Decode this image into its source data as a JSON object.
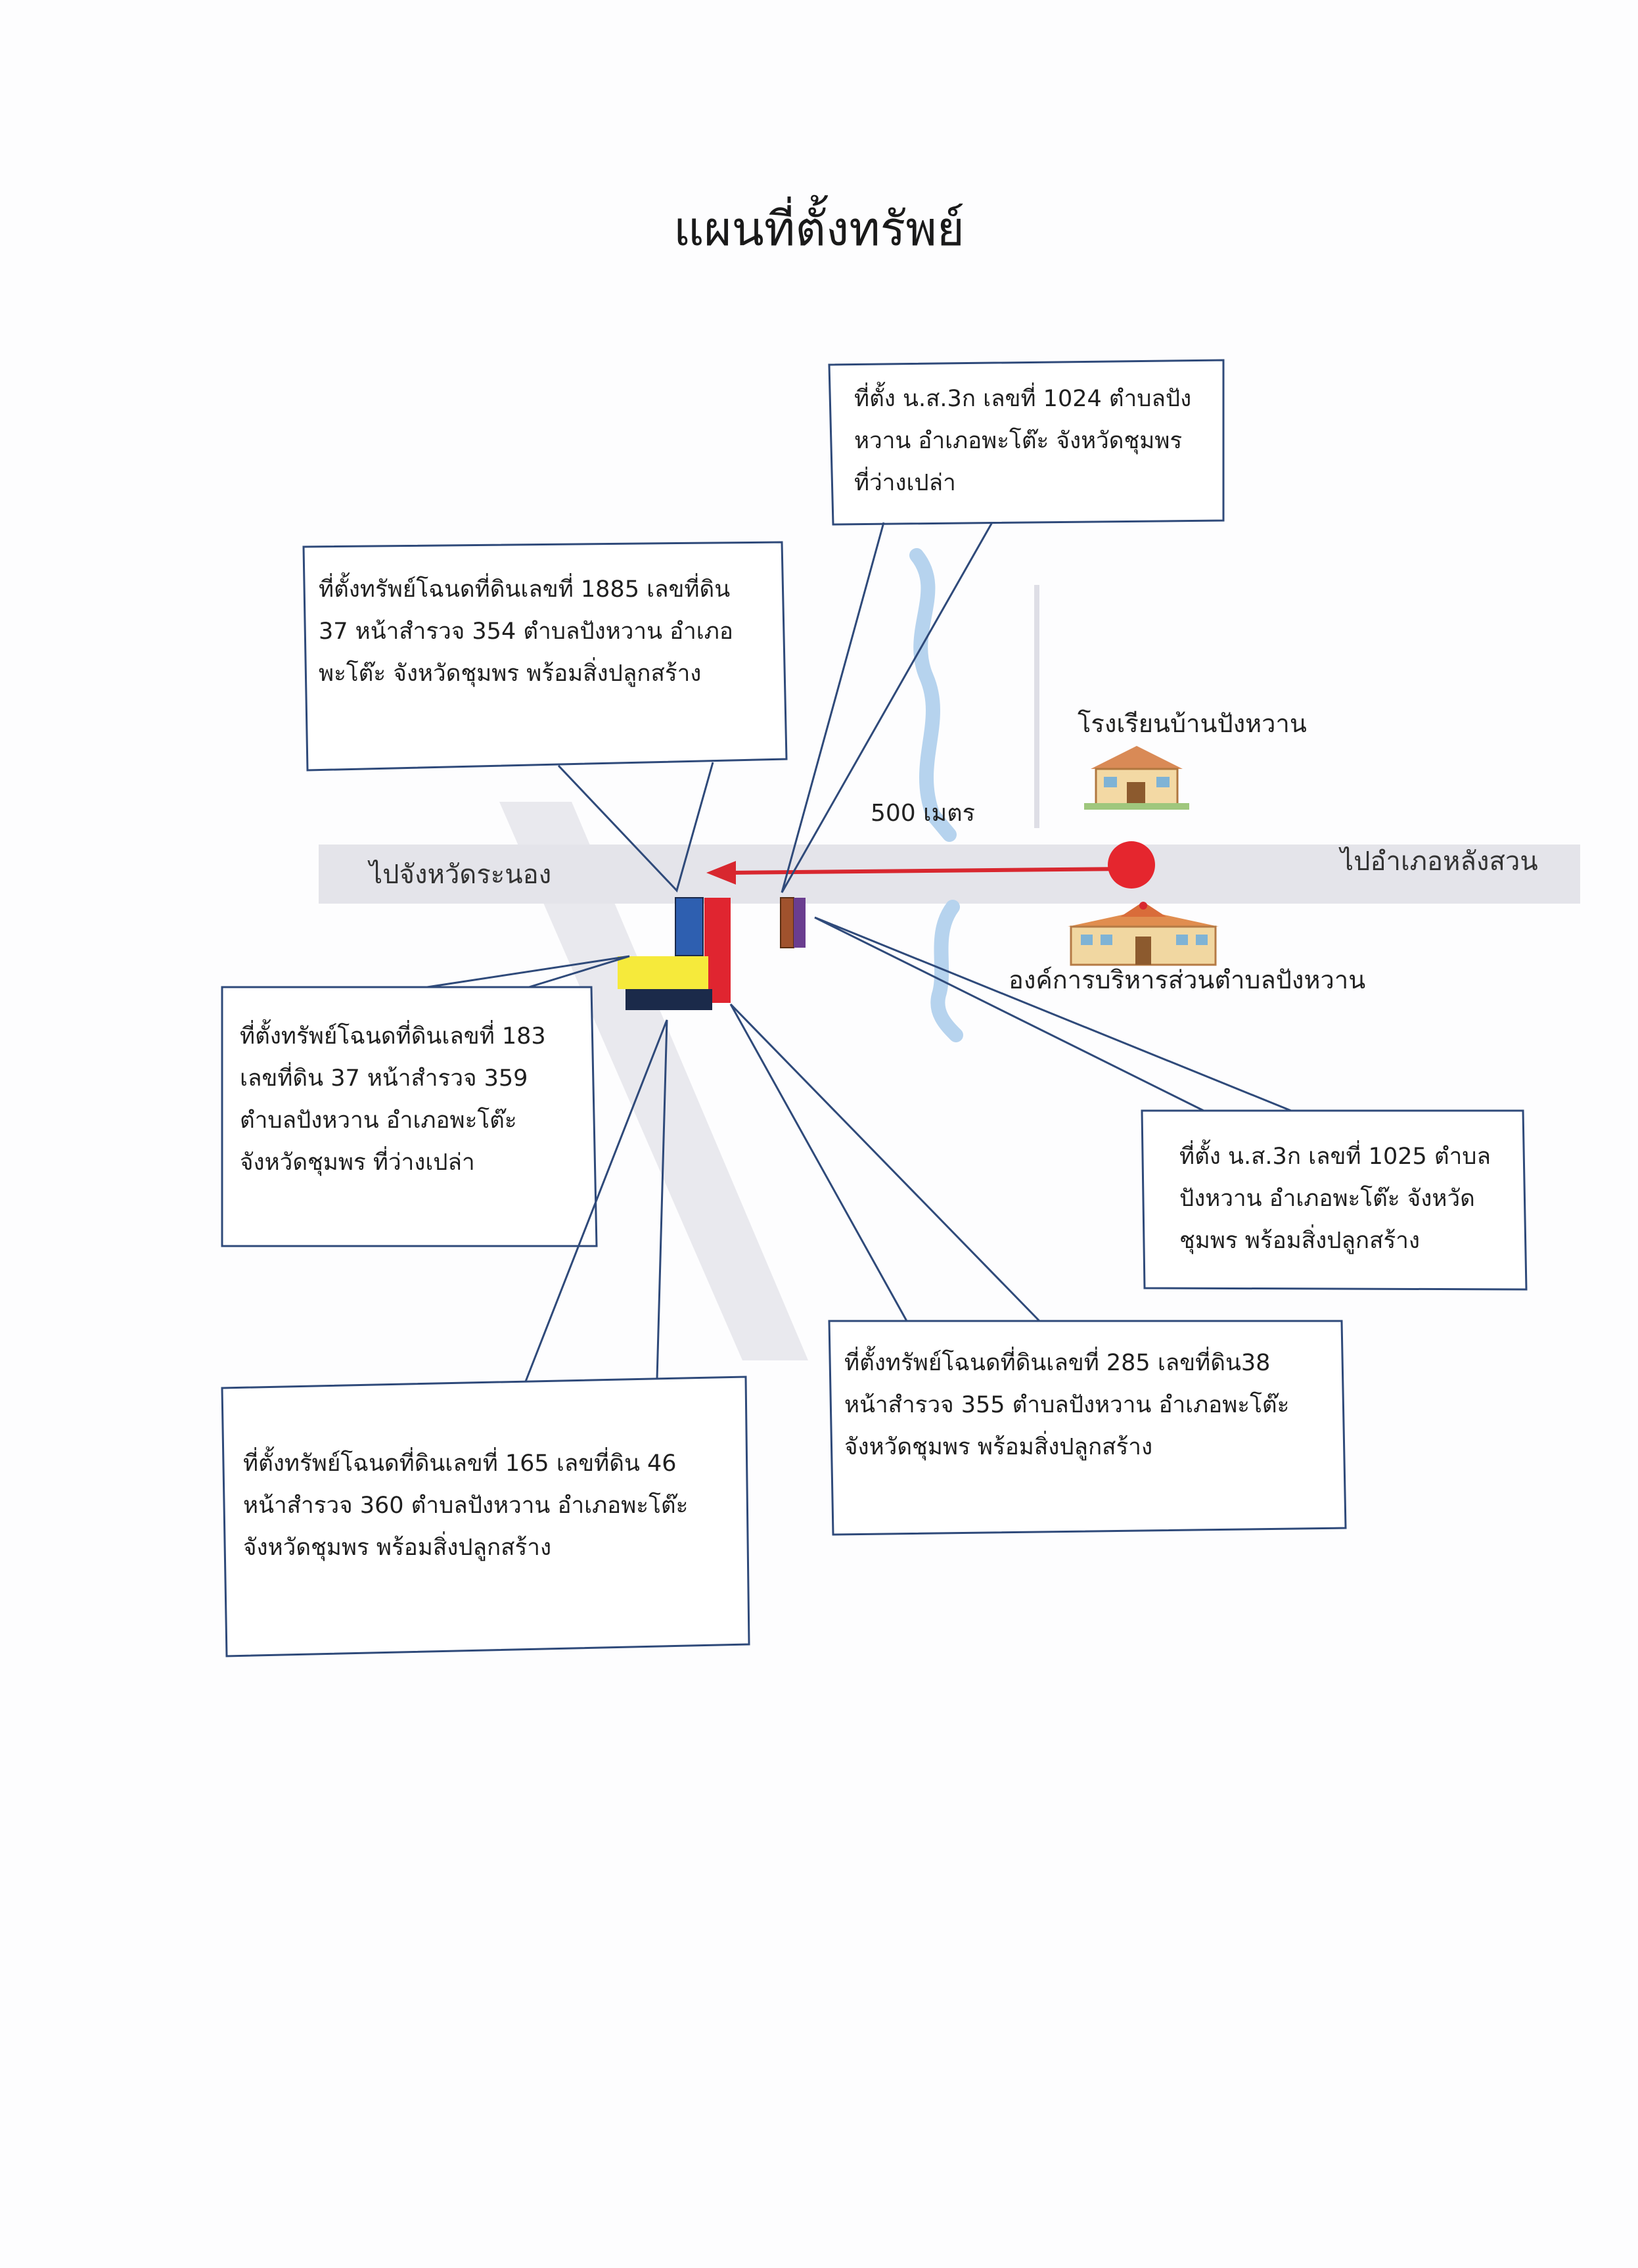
{
  "title": "แผนที่ตั้งทรัพย์",
  "road_labels": {
    "left": "ไปจังหวัดระนอง",
    "right": "ไปอำเภอหลังสวน"
  },
  "distance_label": "500 เมตร",
  "landmarks": {
    "school": "โรงเรียนบ้านปังหวาน",
    "sao": "องค์การบริหารส่วนตำบลปังหวาน"
  },
  "callouts": {
    "ns3k_1024": [
      "ที่ตั้ง น.ส.3ก เลขที่ 1024 ตำบลปัง",
      "หวาน อำเภอพะโต๊ะ จังหวัดชุมพร",
      "ที่ว่างเปล่า"
    ],
    "deed_1885": [
      "ที่ตั้งทรัพย์โฉนดที่ดินเลขที่ 1885 เลขที่ดิน",
      "37 หน้าสำรวจ 354 ตำบลปังหวาน อำเภอ",
      "พะโต๊ะ จังหวัดชุมพร พร้อมสิ่งปลูกสร้าง"
    ],
    "deed_183": [
      "ที่ตั้งทรัพย์โฉนดที่ดินเลขที่  183",
      "เลขที่ดิน 37 หน้าสำรวจ 359",
      "ตำบลปังหวาน อำเภอพะโต๊ะ",
      "จังหวัดชุมพร ที่ว่างเปล่า"
    ],
    "ns3k_1025": [
      "ที่ตั้ง น.ส.3ก เลขที่ 1025 ตำบล",
      "ปังหวาน อำเภอพะโต๊ะ จังหวัด",
      "ชุมพร พร้อมสิ่งปลูกสร้าง"
    ],
    "deed_285": [
      "ที่ตั้งทรัพย์โฉนดที่ดินเลขที่ 285 เลขที่ดิน38",
      "หน้าสำรวจ 355 ตำบลปังหวาน อำเภอพะโต๊ะ",
      "จังหวัดชุมพร พร้อมสิ่งปลูกสร้าง"
    ],
    "deed_165": [
      "ที่ตั้งทรัพย์โฉนดที่ดินเลขที่   165 เลขที่ดิน 46",
      "หน้าสำรวจ 360 ตำบลปังหวาน อำเภอพะโต๊ะ",
      "จังหวัดชุมพร พร้อมสิ่งปลูกสร้าง"
    ]
  },
  "colors": {
    "road": "#e4e4ea",
    "river": "#b6d3ee",
    "arrow": "#d8272f",
    "callout_border": "#2f4a7a",
    "parcel_blue": "#2e5fb0",
    "parcel_red": "#e02530",
    "parcel_yellow": "#f6ea3b",
    "parcel_navy": "#1b2a4a",
    "parcel_brown": "#a0522d",
    "parcel_purple": "#6a3d8f"
  }
}
